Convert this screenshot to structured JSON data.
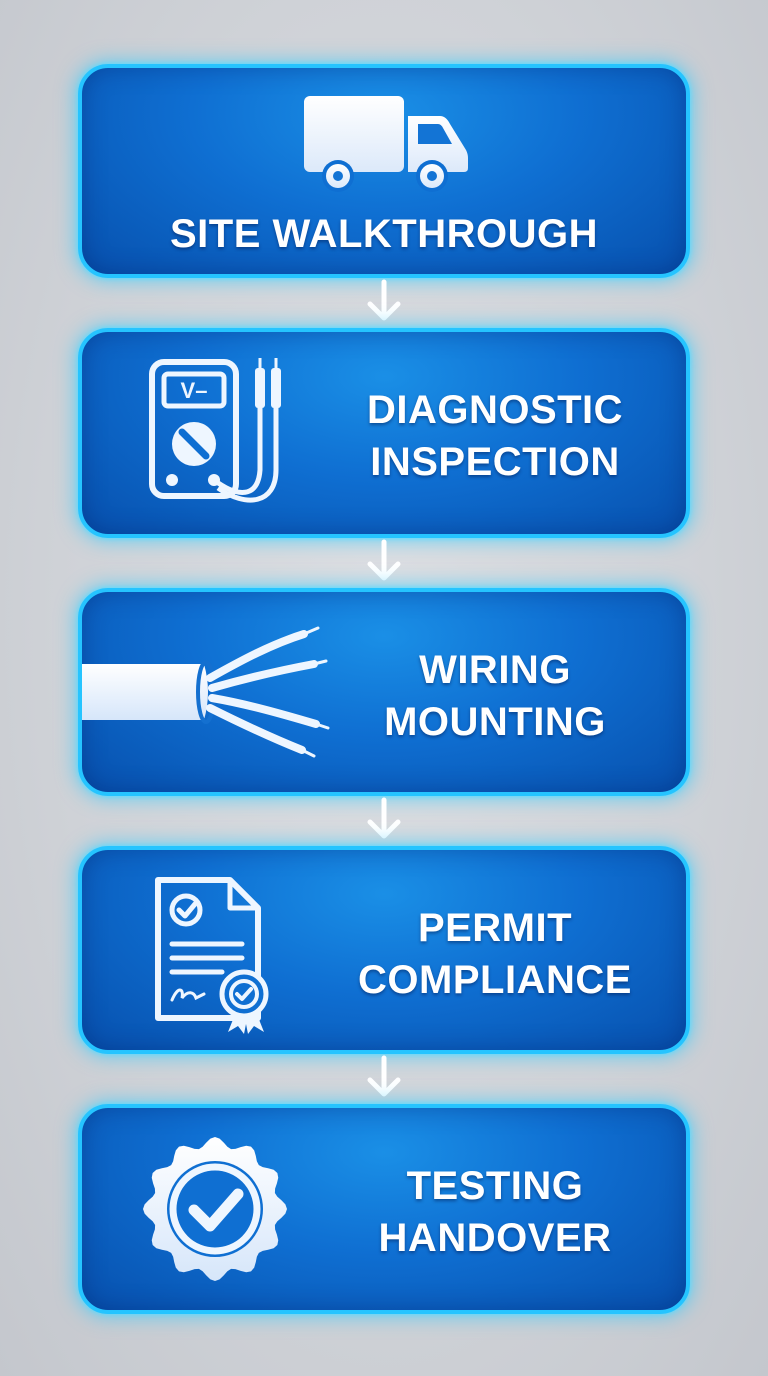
{
  "steps": [
    {
      "icon": "truck-icon",
      "lines": [
        "SITE WALKTHROUGH"
      ]
    },
    {
      "icon": "multimeter-icon",
      "icon_text": "V–",
      "lines": [
        "DIAGNOSTIC",
        "INSPECTION"
      ]
    },
    {
      "icon": "cable-wires-icon",
      "lines": [
        "WIRING",
        "MOUNTING"
      ]
    },
    {
      "icon": "certified-document-icon",
      "lines": [
        "PERMIT",
        "COMPLIANCE"
      ]
    },
    {
      "icon": "check-badge-icon",
      "lines": [
        "TESTING",
        "HANDOVER"
      ]
    }
  ],
  "connectors": [
    "arrow-down-icon",
    "arrow-down-icon",
    "arrow-down-icon",
    "arrow-down-icon"
  ],
  "colors": {
    "card_fill": "#0f6fd2",
    "card_border": "#25c4ff",
    "icon": "#eef6ff",
    "arrow": "#ffffff",
    "background": "#cfd2d7"
  }
}
